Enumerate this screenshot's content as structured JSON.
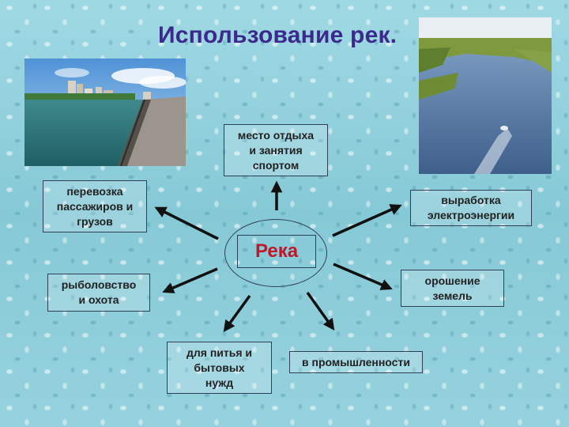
{
  "title": "Использование рек.",
  "center": "Река",
  "uses": {
    "recreation": "место отдыха\nи занятия\nспортом",
    "transport": "перевозка\nпассажиров и\nгрузов",
    "electricity": "выработка\nэлектроэнергии",
    "fishing": "рыболовство\nи охота",
    "irrigation": "орошение\nземель",
    "drinking": "для питья и\nбытовых\nнужд",
    "industry": "в промышленности"
  },
  "colors": {
    "title": "#3b2a8c",
    "center": "#c0182a",
    "background": "#8fd0dc"
  }
}
